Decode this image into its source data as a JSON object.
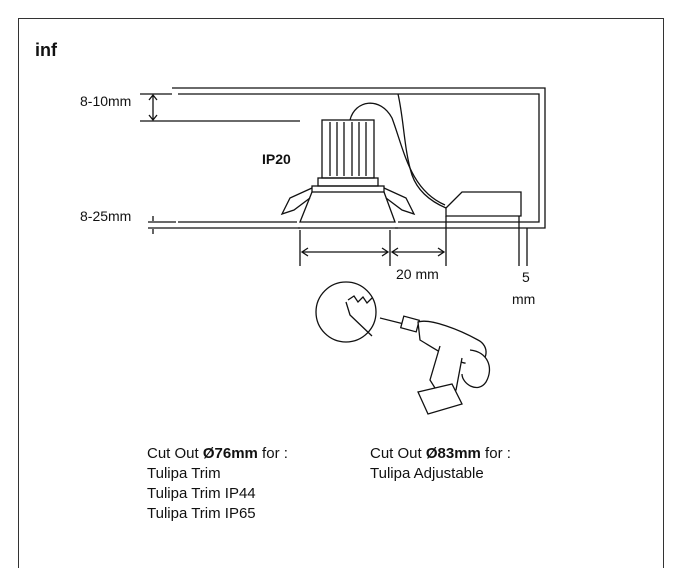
{
  "title": "inf",
  "dimensions": {
    "ceiling_top": "8-10mm",
    "ceiling_bottom": "8-25mm",
    "ip_rating": "IP20",
    "spacing": "20 mm",
    "edge_value": "5",
    "edge_unit": "mm"
  },
  "cutouts": [
    {
      "prefix": "Cut Out ",
      "size": "Ø76mm",
      "suffix": " for :",
      "items": [
        "Tulipa Trim",
        "Tulipa Trim IP44",
        "Tulipa Trim IP65"
      ]
    },
    {
      "prefix": "Cut Out ",
      "size": "Ø83mm",
      "suffix": " for :",
      "items": [
        "Tulipa Adjustable"
      ]
    }
  ]
}
